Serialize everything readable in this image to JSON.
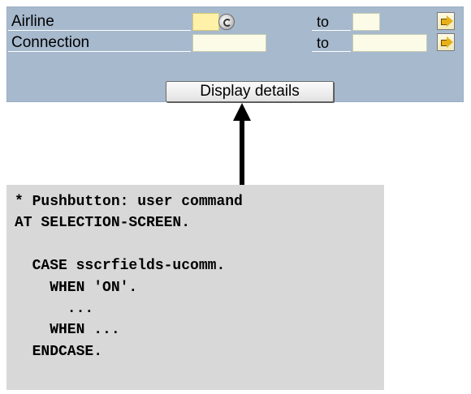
{
  "selection_screen": {
    "rows": [
      {
        "label": "Airline",
        "to_label": "to"
      },
      {
        "label": "Connection",
        "to_label": "to"
      }
    ],
    "button_label": "Display details"
  },
  "code": {
    "lines": [
      "* Pushbutton: user command",
      "AT SELECTION-SCREEN.",
      "",
      "  CASE sscrfields-ucomm.",
      "    WHEN 'ON'.",
      "      ...",
      "    WHEN ...",
      "  ENDCASE."
    ]
  },
  "colors": {
    "screen_bg": "#a7b9cd",
    "input_bg": "#fbfbe8",
    "required_input_bg": "#fff2a8",
    "code_bg": "#d8d8d8"
  }
}
